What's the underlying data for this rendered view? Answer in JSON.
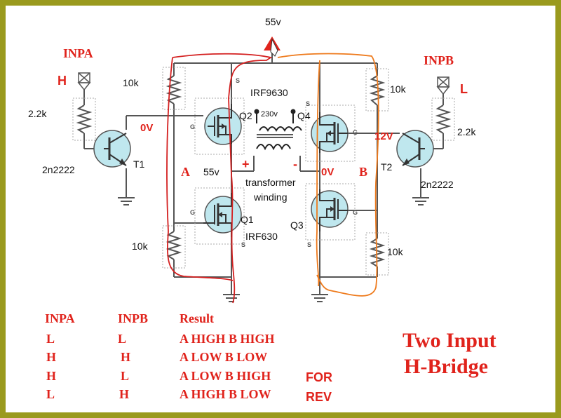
{
  "supply": {
    "label": "55v"
  },
  "left": {
    "input_label": "INPA",
    "input_state": "H",
    "pullup": "10k",
    "base_res": "2.2k",
    "transistor_part": "2n2222",
    "transistor_name": "T1",
    "node_voltage": "0V",
    "node_name": "A",
    "pulldown": "10k",
    "out_voltage": "55v"
  },
  "right": {
    "input_label": "INPB",
    "input_state": "L",
    "pullup": "10k",
    "base_res": "2.2k",
    "transistor_part": "2n2222",
    "transistor_name": "T2",
    "node_voltage": "12V",
    "node_name": "B",
    "pulldown": "10k",
    "out_voltage": "0V"
  },
  "mosfets": {
    "q1": "Q1",
    "q2": "Q2",
    "q3": "Q3",
    "q4": "Q4",
    "p_part": "IRF9630",
    "n_part": "IRF630",
    "gate": "G",
    "source": "S"
  },
  "transformer": {
    "voltage": "230v",
    "label_line1": "transformer",
    "label_line2": "winding",
    "plus": "+",
    "minus": "-"
  },
  "truth_table": {
    "headers": [
      "INPA",
      "INPB",
      "Result"
    ],
    "rows": [
      {
        "a": "L",
        "b": "L",
        "result": "A HIGH B HIGH",
        "tag": ""
      },
      {
        "a": "H",
        "b": "H",
        "result": "A LOW B LOW",
        "tag": ""
      },
      {
        "a": "H",
        "b": "L",
        "result": "A LOW B HIGH",
        "tag": "FOR"
      },
      {
        "a": "L",
        "b": "H",
        "result": "A HIGH B LOW",
        "tag": "REV"
      }
    ]
  },
  "title": {
    "line1": "Two Input",
    "line2": "H-Bridge"
  },
  "colors": {
    "frame": "#9a9a1e",
    "accent_red": "#e0231c",
    "transistor_fill": "#bfe7ee",
    "wire_red": "#d42020",
    "wire_orange": "#ee7a1c"
  }
}
